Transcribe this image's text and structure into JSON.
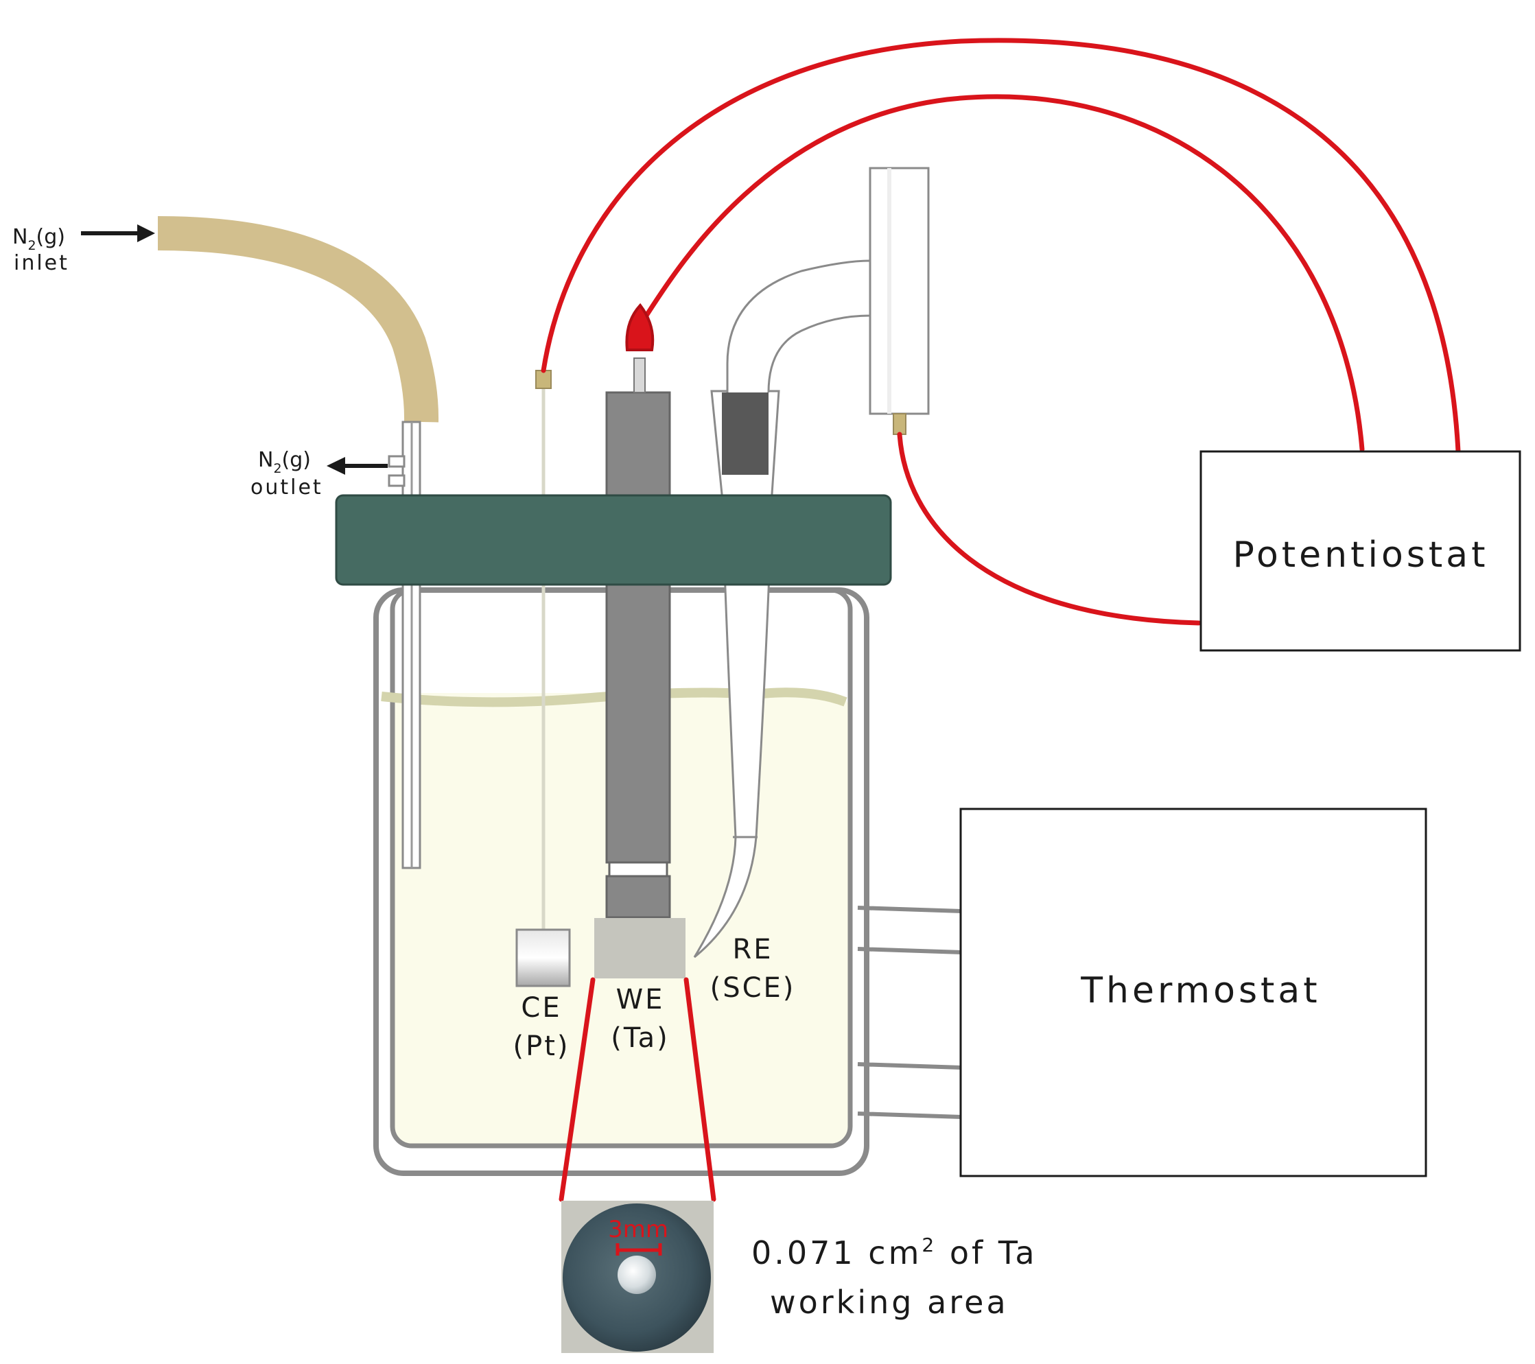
{
  "labels": {
    "inlet_n2": "N",
    "inlet_sub": "2",
    "inlet_g": "(g)",
    "inlet_word": "inlet",
    "outlet_n2": "N",
    "outlet_sub": "2",
    "outlet_g": "(g)",
    "outlet_word": "outlet",
    "ce_line1": "CE",
    "ce_line2": "(Pt)",
    "we_line1": "WE",
    "we_line2": "(Ta)",
    "re_line1": "RE",
    "re_line2": "(SCE)",
    "potentiostat": "Potentiostat",
    "thermostat": "Thermostat",
    "scale": "3mm",
    "area_value": "0.071 cm",
    "area_sup": "2",
    "area_rest": " of Ta",
    "area_line2": "working area"
  },
  "colors": {
    "wire": "#d9141b",
    "lid": "#466b62",
    "tube": "#d2bf8e",
    "electrolyte": "#fbfbea",
    "meniscus": "#d4d4ad",
    "glass": "#8a8a8a",
    "rod": "#878787",
    "disk": "#3f5560"
  }
}
